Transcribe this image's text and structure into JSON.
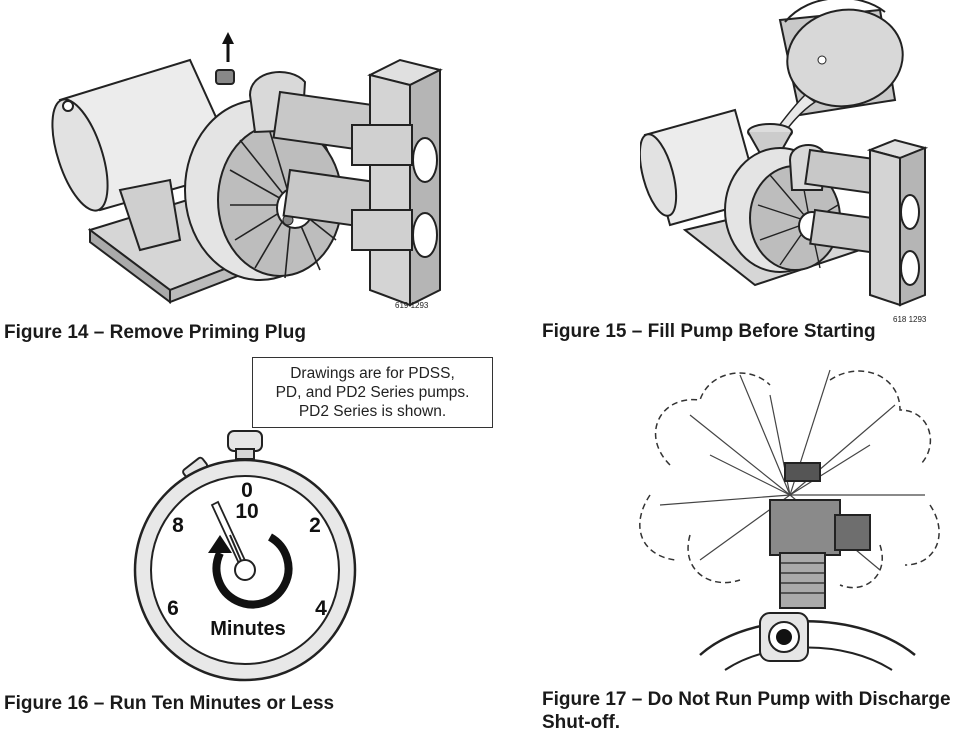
{
  "figures": [
    {
      "caption": "Figure 14 – Remove Priming Plug",
      "code": "619 1293"
    },
    {
      "caption": "Figure 15 – Fill Pump Before Starting",
      "code": "618 1293"
    },
    {
      "caption": "Figure 16 – Run Ten Minutes or Less",
      "dial": {
        "numbers": [
          "0",
          "2",
          "4",
          "6",
          "8"
        ],
        "center_value": "10",
        "label": "Minutes"
      }
    },
    {
      "caption_line1": "Figure 17 – Do Not Run Pump with Discharge",
      "caption_line2": "Shut-off."
    }
  ],
  "note": {
    "lines": [
      "Drawings are for PDSS,",
      "PD, and PD2 Series pumps.",
      "PD2 Series is shown."
    ]
  }
}
